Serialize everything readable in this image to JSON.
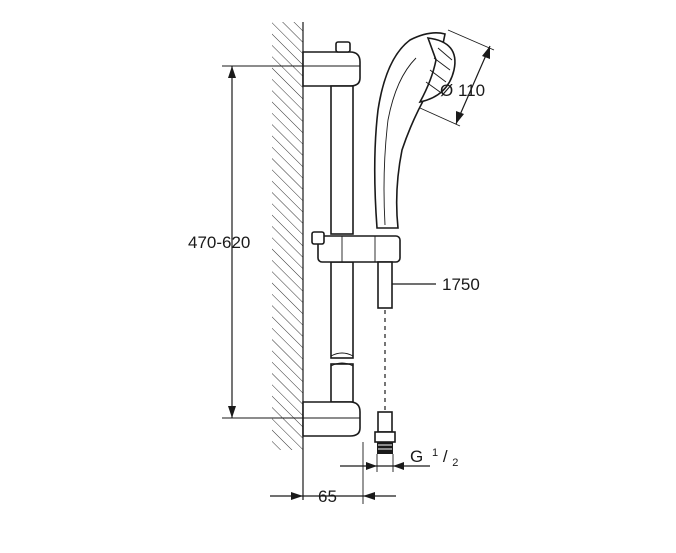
{
  "dimensions": {
    "height_range": "470-620",
    "diameter": "Ø 110",
    "hose_length": "1750",
    "thread_prefix": "G",
    "thread_numerator": "1",
    "thread_denominator": "2",
    "wall_offset": "65"
  },
  "colors": {
    "ink": "#1a1a1a",
    "background": "#ffffff"
  }
}
